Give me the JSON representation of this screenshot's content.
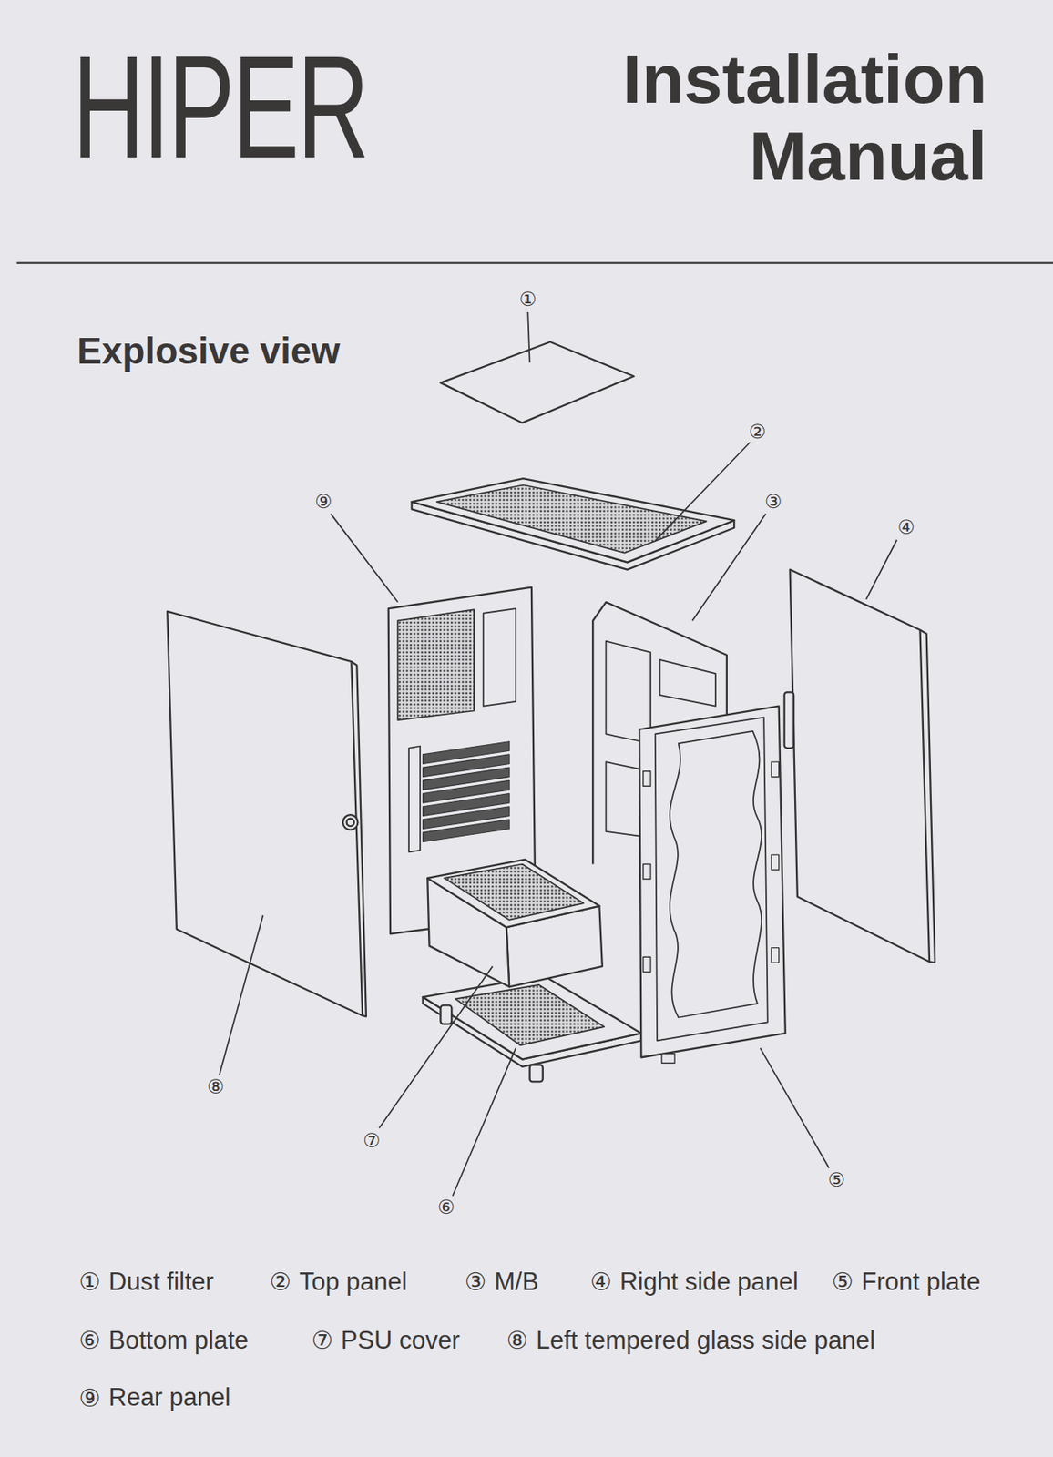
{
  "diagram": {
    "title": "Installation Manual",
    "labels": [
      "HIPER",
      "Explosive view",
      "①",
      "②",
      "⑨",
      "③",
      "④",
      "⑧",
      "⑦",
      "⑤",
      "⑥",
      "①",
      "Dust filter",
      "②",
      "Top panel",
      "③",
      "M/B",
      "④",
      "Right side panel",
      "⑤",
      "Front plate",
      "⑥",
      "Bottom plate",
      "⑦",
      "PSU cover",
      "⑧",
      "Left tempered glass side panel",
      "⑨",
      "Rear panel"
    ]
  }
}
